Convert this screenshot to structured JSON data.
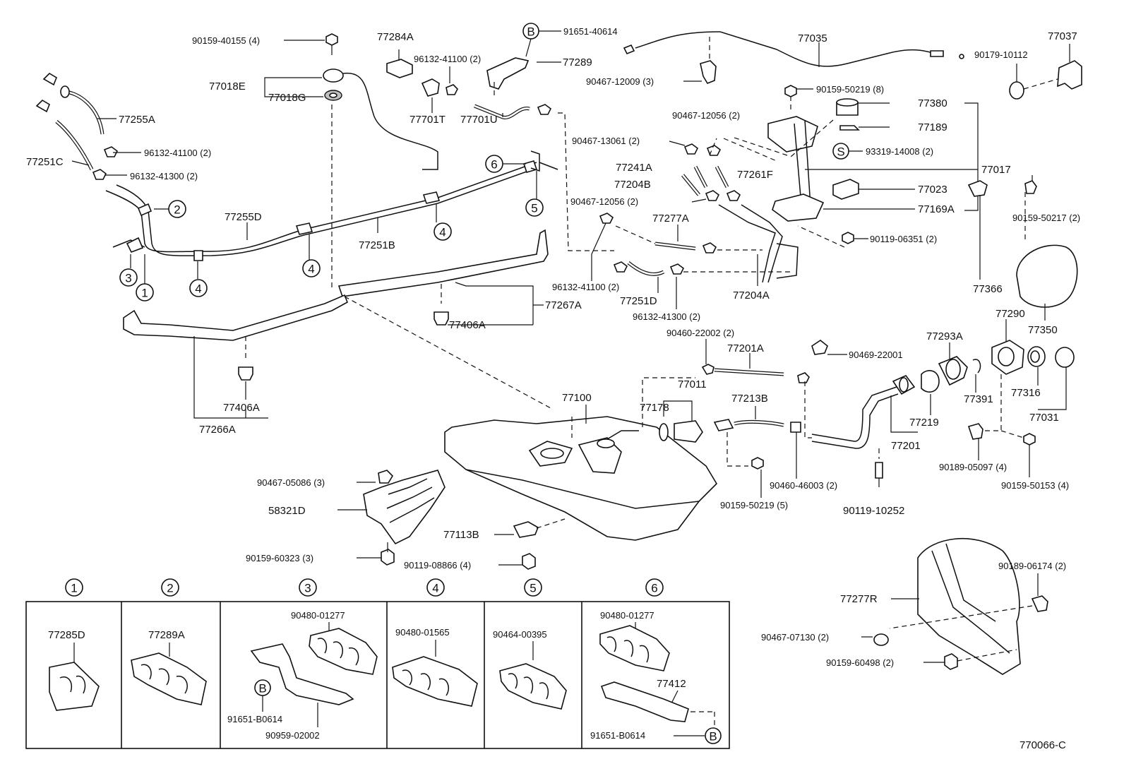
{
  "labels": {
    "p90159_40155": "90159-40155 (4)",
    "p77284A": "77284A",
    "p91651_40614": "91651-40614",
    "p77035": "77035",
    "p77037": "77037",
    "p90179_10112": "90179-10112",
    "p96132_41100_a": "96132-41100 (2)",
    "p77289": "77289",
    "p90467_12009": "90467-12009 (3)",
    "p77018E": "77018E",
    "p77018G": "77018G",
    "p77701T": "77701T",
    "p77701U": "77701U",
    "p90159_50219_8": "90159-50219 (8)",
    "p77380": "77380",
    "p77189": "77189",
    "p93319_14008": "93319-14008 (2)",
    "p77017": "77017",
    "p77023": "77023",
    "p77169A": "77169A",
    "p90467_12056_a": "90467-12056 (2)",
    "p90467_13061": "90467-13061 (2)",
    "p77241A": "77241A",
    "p77204B": "77204B",
    "p77261F": "77261F",
    "p90467_12056_b": "90467-12056 (2)",
    "p77277A": "77277A",
    "p77204A": "77204A",
    "p90119_06351": "90119-06351 (2)",
    "p90159_50217": "90159-50217 (2)",
    "p77366": "77366",
    "p77350": "77350",
    "p77255A": "77255A",
    "p96132_41100_b": "96132-41100 (2)",
    "p77251C": "77251C",
    "p96132_41300_a": "96132-41300 (2)",
    "p77255D": "77255D",
    "p77251B": "77251B",
    "p96132_41100_c": "96132-41100 (2)",
    "p77251D": "77251D",
    "p96132_41300_b": "96132-41300 (2)",
    "p77267A": "77267A",
    "p77406A_a": "77406A",
    "p77406A_b": "77406A",
    "p77266A": "77266A",
    "p90460_22002": "90460-22002 (2)",
    "p77201A": "77201A",
    "p90469_22001": "90469-22001",
    "p77290": "77290",
    "p77293A": "77293A",
    "p77011": "77011",
    "p77178": "77178",
    "p77213B": "77213B",
    "p77100": "77100",
    "p77391": "77391",
    "p77316": "77316",
    "p77031": "77031",
    "p77219": "77219",
    "p77201": "77201",
    "p90189_05097": "90189-05097 (4)",
    "p90159_50153": "90159-50153 (4)",
    "p90460_46003": "90460-46003 (2)",
    "p90159_50219_5": "90159-50219 (5)",
    "p90119_10252": "90119-10252",
    "p90467_05086": "90467-05086 (3)",
    "p58321D": "58321D",
    "p90159_60323": "90159-60323 (3)",
    "p77113B": "77113B",
    "p90119_08866": "90119-08866 (4)",
    "p77277R": "77277R",
    "p90189_06174": "90189-06174 (2)",
    "p90467_07130": "90467-07130 (2)",
    "p90159_60498": "90159-60498 (2)",
    "drawing_code": "770066-C"
  },
  "callouts": {
    "c1": "1",
    "c2": "2",
    "c3": "3",
    "c4": "4",
    "c5": "5",
    "c6": "6",
    "B": "B",
    "S": "S"
  },
  "detail_panels": [
    {
      "header": "1",
      "parts": [
        "77285D"
      ]
    },
    {
      "header": "2",
      "parts": [
        "77289A"
      ]
    },
    {
      "header": "3",
      "parts": [
        "90480-01277",
        "91651-B0614",
        "90959-02002"
      ],
      "callout": "B"
    },
    {
      "header": "4",
      "parts": [
        "90480-01565"
      ]
    },
    {
      "header": "5",
      "parts": [
        "90464-00395"
      ]
    },
    {
      "header": "6",
      "parts": [
        "90480-01277",
        "77412",
        "91651-B0614"
      ],
      "callout": "B"
    }
  ]
}
